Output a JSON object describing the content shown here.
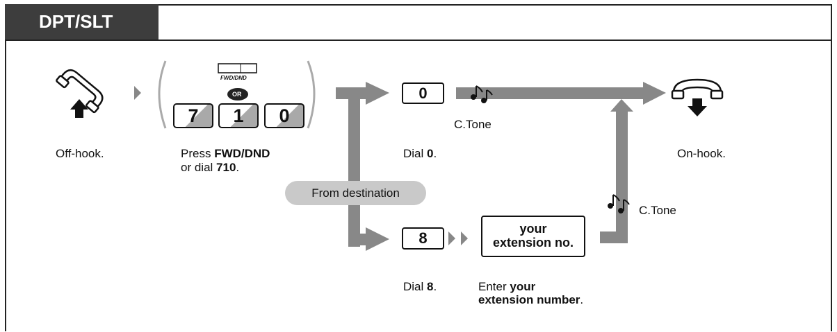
{
  "title": "DPT/SLT",
  "steps": {
    "offhook": "Off-hook.",
    "press_pre": "Press ",
    "press_bold": "FWD/DND",
    "or_dial_pre": "or dial ",
    "or_dial_bold": "710",
    "or_dial_post": ".",
    "dial0_pre": "Dial ",
    "dial0_bold": "0",
    "dial0_post": ".",
    "onhook": "On-hook.",
    "dial8_pre": "Dial ",
    "dial8_bold": "8",
    "dial8_post": ".",
    "enter_pre": "Enter ",
    "enter_bold1": "your",
    "enter_bold2": "extension number",
    "enter_post": "."
  },
  "keys": {
    "fwd_label": "FWD/DND",
    "or": "OR",
    "digit_7": "7",
    "digit_1": "1",
    "digit_0": "0",
    "key_0": "0",
    "key_8": "8",
    "ext_line1": "your",
    "ext_line2": "extension no."
  },
  "tones": {
    "upper": "C.Tone",
    "lower": "C.Tone"
  },
  "from_destination": "From destination",
  "icons": [
    "handset-offhook-icon",
    "handset-onhook-icon",
    "note-icon",
    "arrow-icon"
  ]
}
